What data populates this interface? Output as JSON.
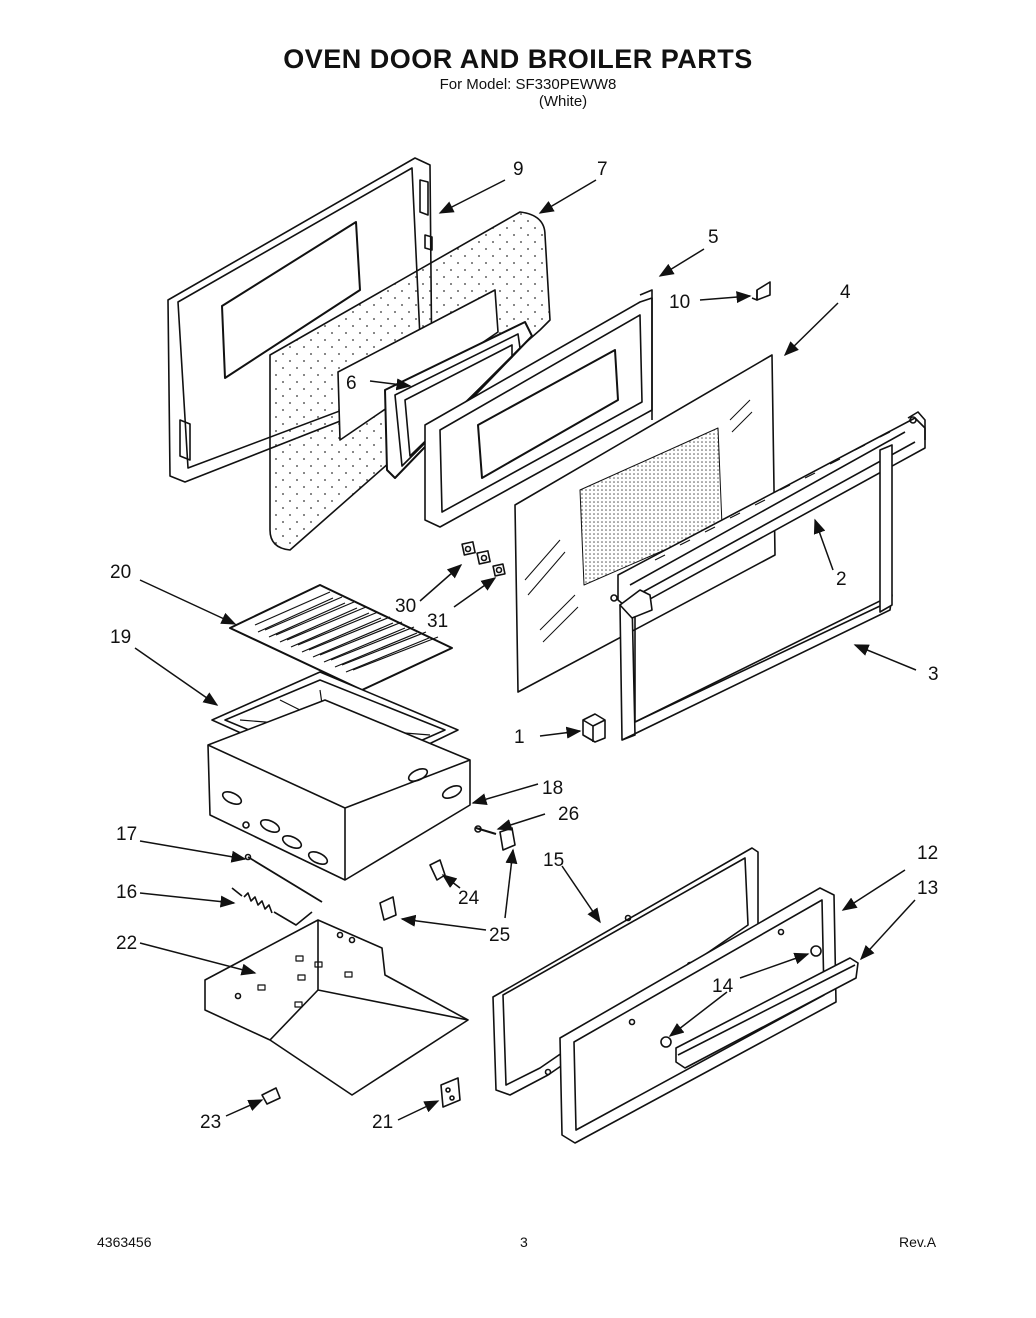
{
  "header": {
    "title": "OVEN DOOR AND BROILER PARTS",
    "model_line": "For Model: SF330PEWW8",
    "color_line": "(White)"
  },
  "callouts": {
    "c1": "1",
    "c2": "2",
    "c3": "3",
    "c4": "4",
    "c5": "5",
    "c6": "6",
    "c7": "7",
    "c9": "9",
    "c10": "10",
    "c12": "12",
    "c13": "13",
    "c14": "14",
    "c15": "15",
    "c16": "16",
    "c17": "17",
    "c18": "18",
    "c19": "19",
    "c20": "20",
    "c21": "21",
    "c22": "22",
    "c23": "23",
    "c24": "24",
    "c25": "25",
    "c26": "26",
    "c30": "30",
    "c31": "31"
  },
  "footer": {
    "doc_number": "4363456",
    "page_number": "3",
    "revision": "Rev.A"
  }
}
